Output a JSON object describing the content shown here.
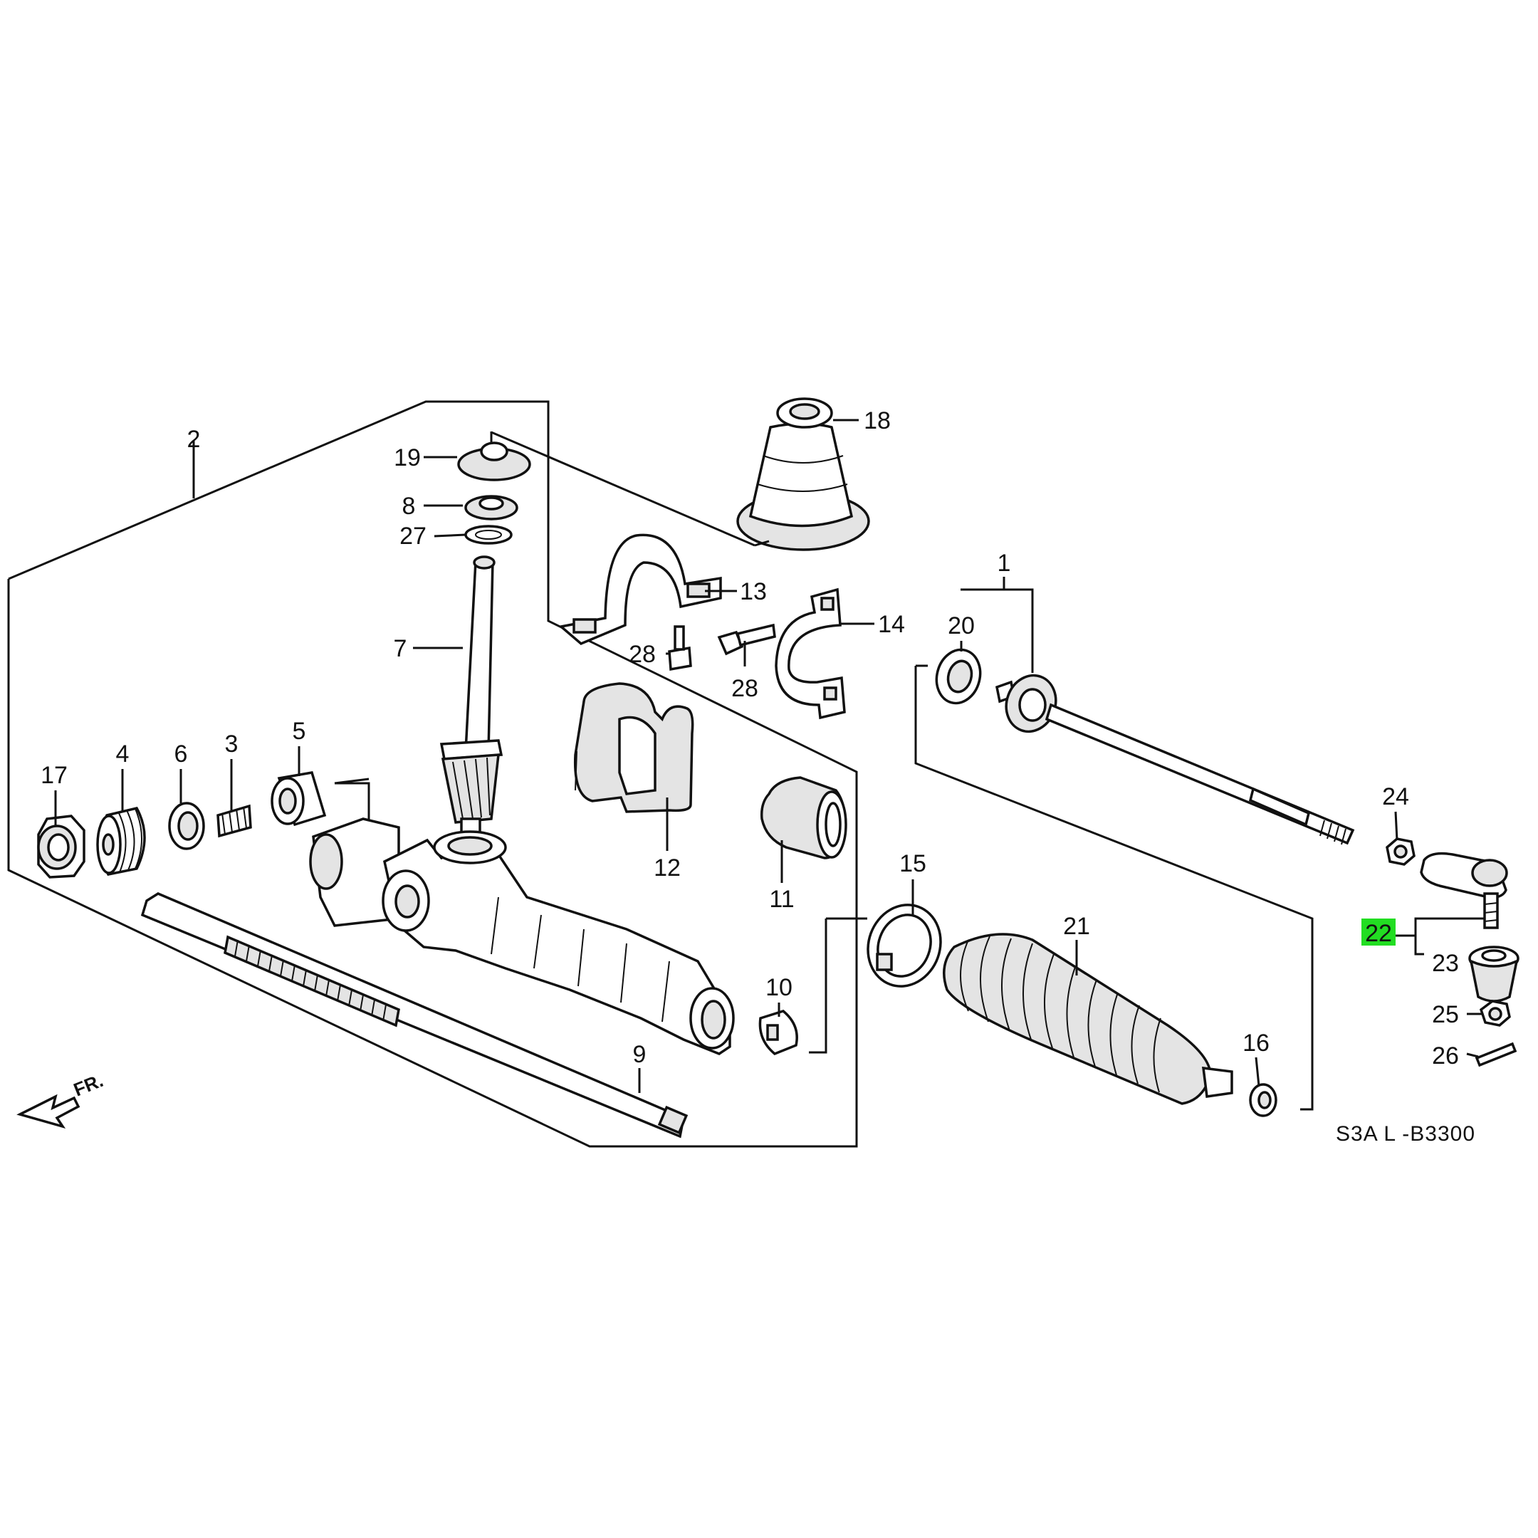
{
  "diagram": {
    "reference_code": "S3A L -B3300",
    "direction_label": "FR.",
    "highlight_color": "#22dd22",
    "highlighted_part": "22",
    "callouts": {
      "c1": "1",
      "c2": "2",
      "c3": "3",
      "c4": "4",
      "c5": "5",
      "c6": "6",
      "c7": "7",
      "c8": "8",
      "c9": "9",
      "c10": "10",
      "c11": "11",
      "c12": "12",
      "c13": "13",
      "c14": "14",
      "c15": "15",
      "c16": "16",
      "c17": "17",
      "c18": "18",
      "c19": "19",
      "c20": "20",
      "c21": "21",
      "c22": "22",
      "c23": "23",
      "c24": "24",
      "c25": "25",
      "c26": "26",
      "c27": "27",
      "c28a": "28",
      "c28b": "28"
    }
  }
}
